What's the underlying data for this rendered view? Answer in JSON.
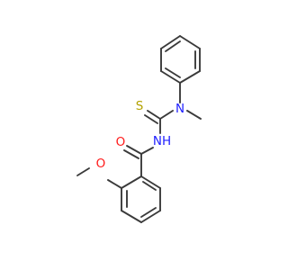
{
  "colors": {
    "background": "#ffffff",
    "bond": "#3a3a3a",
    "sulfur": "#b3a200",
    "nitrogen": "#2020ff",
    "oxygen": "#ff1a1a"
  },
  "atoms": {
    "sulfur": "S",
    "thioamide_nitrogen": "N",
    "amide_nitrogen": "NH",
    "carbonyl_oxygen": "O",
    "methoxy_oxygen": "O"
  }
}
